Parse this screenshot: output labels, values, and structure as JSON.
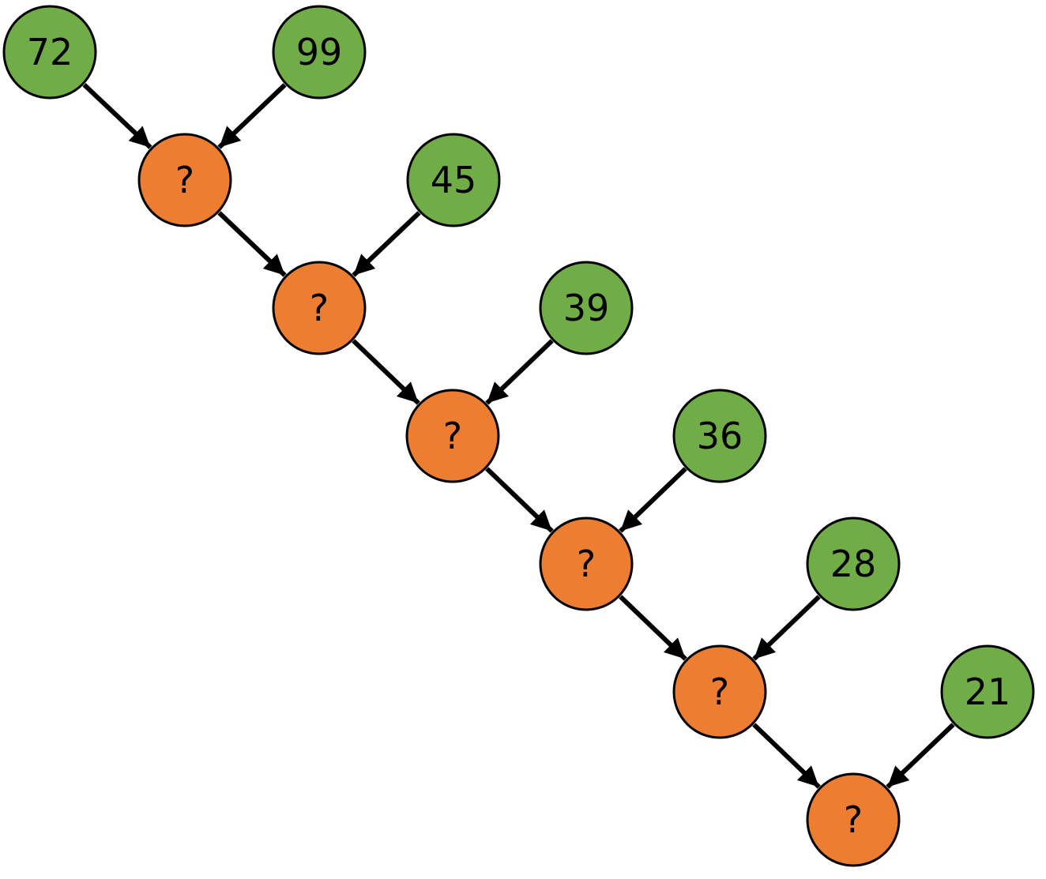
{
  "colors": {
    "leaf_fill": "#70AD47",
    "internal_fill": "#ED7D31",
    "stroke": "#000000",
    "edge": "#000000"
  },
  "leaves": [
    {
      "id": "leaf-1",
      "label": "72"
    },
    {
      "id": "leaf-2",
      "label": "99"
    },
    {
      "id": "leaf-3",
      "label": "45"
    },
    {
      "id": "leaf-4",
      "label": "39"
    },
    {
      "id": "leaf-5",
      "label": "36"
    },
    {
      "id": "leaf-6",
      "label": "28"
    },
    {
      "id": "leaf-7",
      "label": "21"
    }
  ],
  "internal_nodes": [
    {
      "id": "internal-1",
      "label": "?"
    },
    {
      "id": "internal-2",
      "label": "?"
    },
    {
      "id": "internal-3",
      "label": "?"
    },
    {
      "id": "internal-4",
      "label": "?"
    },
    {
      "id": "internal-5",
      "label": "?"
    },
    {
      "id": "internal-6",
      "label": "?"
    }
  ],
  "edges": [
    {
      "from": "leaf-1",
      "to": "internal-1"
    },
    {
      "from": "leaf-2",
      "to": "internal-1"
    },
    {
      "from": "internal-1",
      "to": "internal-2"
    },
    {
      "from": "leaf-3",
      "to": "internal-2"
    },
    {
      "from": "internal-2",
      "to": "internal-3"
    },
    {
      "from": "leaf-4",
      "to": "internal-3"
    },
    {
      "from": "internal-3",
      "to": "internal-4"
    },
    {
      "from": "leaf-5",
      "to": "internal-4"
    },
    {
      "from": "internal-4",
      "to": "internal-5"
    },
    {
      "from": "leaf-6",
      "to": "internal-5"
    },
    {
      "from": "internal-5",
      "to": "internal-6"
    },
    {
      "from": "leaf-7",
      "to": "internal-6"
    }
  ]
}
